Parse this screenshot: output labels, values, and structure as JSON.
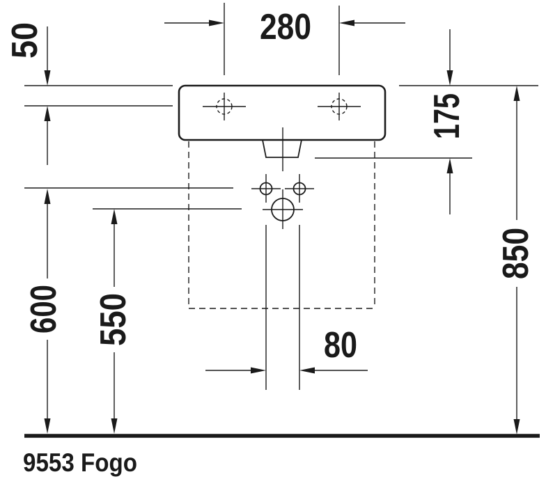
{
  "product": {
    "label": "9553 Fogo"
  },
  "dimensions": {
    "tap_hole_spacing": "280",
    "tap_line_offset": "50",
    "fixing_offset": "175",
    "rim_height": "850",
    "fixing_height": "600",
    "outlet_height": "550",
    "outlet_width": "80"
  },
  "colors": {
    "ink": "#1a1a1a",
    "background": "#ffffff"
  }
}
